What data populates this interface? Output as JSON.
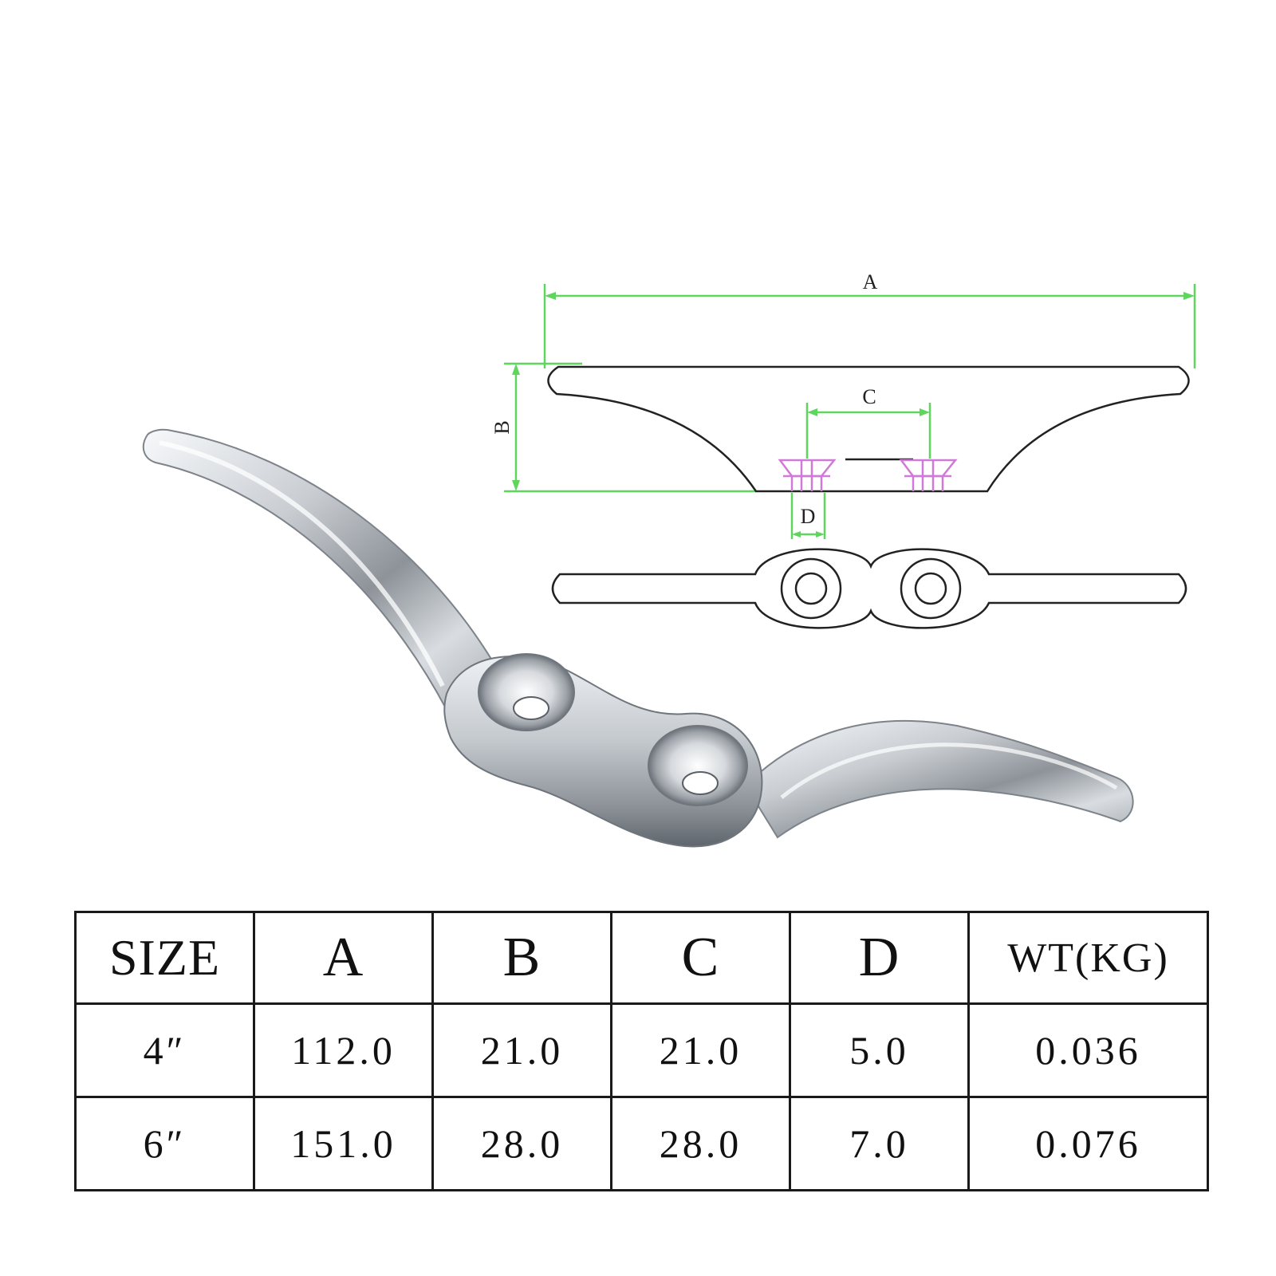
{
  "drawing": {
    "dimension_labels": {
      "a": "A",
      "b": "B",
      "c": "C",
      "d": "D"
    },
    "colors": {
      "dimension_line": "#5ed65e",
      "countersink": "#d07ad8",
      "outline": "#222222",
      "metal_mid": "#c7cbd0",
      "metal_light": "#f4f6f8",
      "metal_dark": "#6e747b"
    }
  },
  "spec_table": {
    "headers": [
      "SIZE",
      "A",
      "B",
      "C",
      "D",
      "WT(KG)"
    ],
    "rows": [
      [
        "4″",
        "112.0",
        "21.0",
        "21.0",
        "5.0",
        "0.036"
      ],
      [
        "6″",
        "151.0",
        "28.0",
        "28.0",
        "7.0",
        "0.076"
      ]
    ]
  }
}
